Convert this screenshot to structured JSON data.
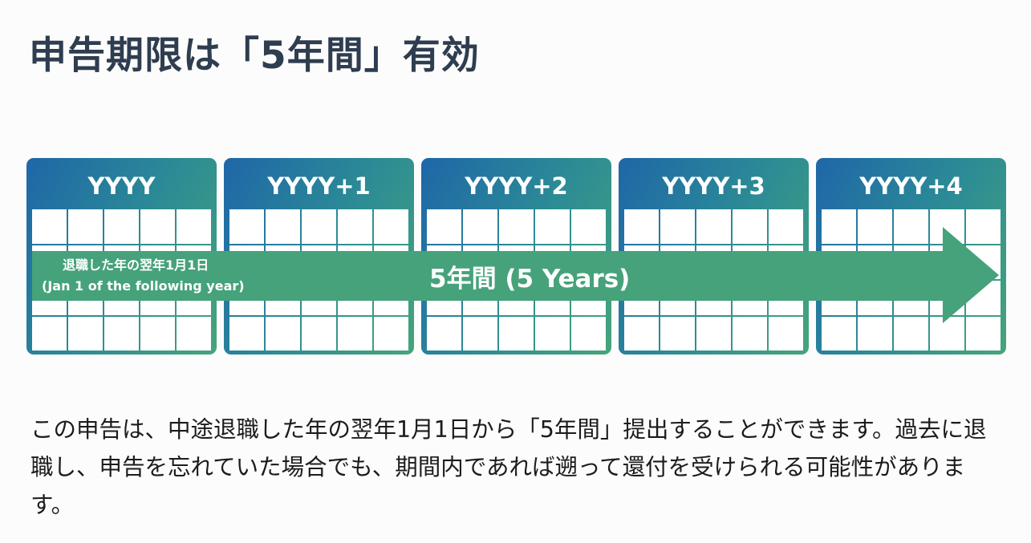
{
  "title": "申告期限は「5年間」有効",
  "years": [
    "YYYY",
    "YYYY+1",
    "YYYY+2",
    "YYYY+3",
    "YYYY+4"
  ],
  "arrow": {
    "start_label_ja": "退職した年の翌年1月1日",
    "start_label_en": "(Jan 1 of the following year)",
    "duration_label": "5年間 (5 Years)"
  },
  "body_text": "この申告は、中途退職した年の翌年1月1日から「5年間」提出することができます。過去に退職し、申告を忘れていた場合でも、期間内であれば遡って還付を受けられる可能性があります。",
  "colors": {
    "gradient_start": "#1f66a8",
    "gradient_end": "#45a57a",
    "arrow": "#46a27a",
    "title": "#2e3d4f"
  }
}
